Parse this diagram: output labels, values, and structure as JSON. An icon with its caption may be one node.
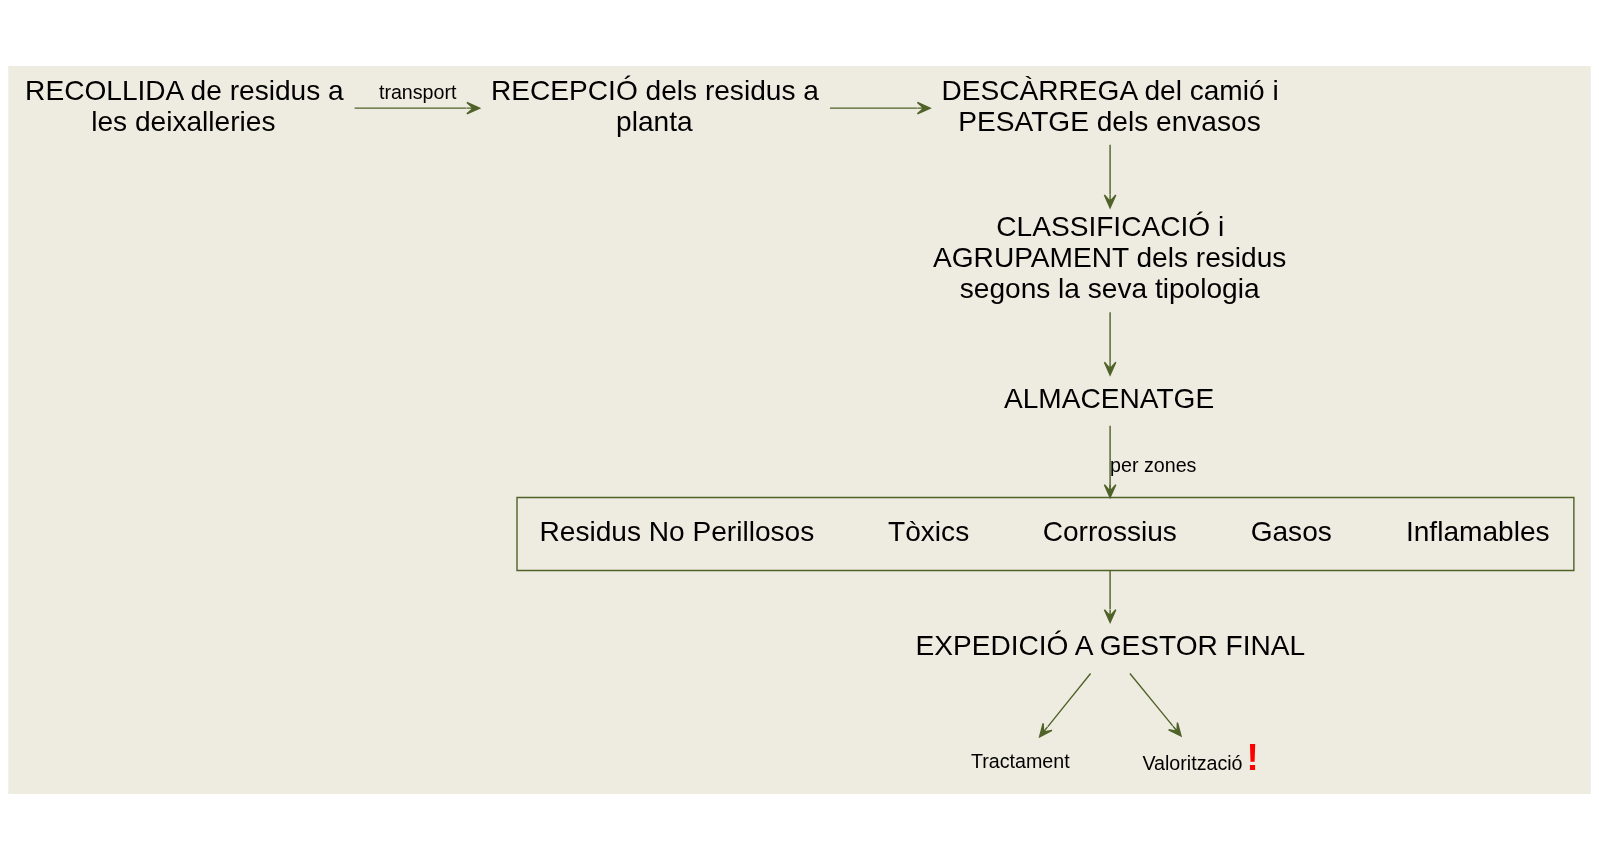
{
  "diagram": {
    "nodes": [
      {
        "text": [
          "RECOLLIDA de residus a les deixalleries"
        ]
      },
      {
        "text": [
          "RECEPCIÓ dels residus a planta"
        ]
      },
      {
        "text": [
          "DESCÀRREGA del camió i PESATGE dels envasos"
        ]
      },
      {
        "text": [
          "CLASSIFICACIÓ i AGRUPAMENT dels residus segons la seva tipologia"
        ]
      },
      {
        "text": [
          "ALMACENATGE"
        ]
      },
      {
        "text": [],
        "shape": "box"
      },
      {
        "text": [
          "Inflamables"
        ],
        "in": 5
      },
      {
        "text": [
          "Gasos"
        ],
        "in": 5
      },
      {
        "text": [
          "Corrossius"
        ],
        "in": 5
      },
      {
        "text": [
          "Tòxics"
        ],
        "in": 5
      },
      {
        "text": [
          "Residus No Perillosos"
        ],
        "in": 5
      },
      {
        "text": [
          "EXPEDICIÓ A GESTOR FINAL"
        ]
      },
      {
        "text": [
          "Tractament"
        ]
      },
      {
        "text": [
          "Valorització"
        ],
        "beside": [
          "!"
        ]
      }
    ],
    "edges": [
      {
        "from": 0,
        "to": 1,
        "arrow": "to",
        "label": "transport"
      },
      {
        "from": 1,
        "to": 2,
        "arrow": "to"
      },
      {
        "from": 2,
        "to": 3,
        "arrow": "to"
      },
      {
        "from": 3,
        "to": 4,
        "arrow": "to"
      },
      {
        "from": 4,
        "to": 5,
        "arrow": "to",
        "label": "per zones"
      },
      {
        "from": 5,
        "to": 11,
        "arrow": "to"
      },
      {
        "from": 11,
        "to": 12,
        "arrow": "to"
      },
      {
        "from": 11,
        "to": 13,
        "arrow": "to"
      }
    ]
  }
}
